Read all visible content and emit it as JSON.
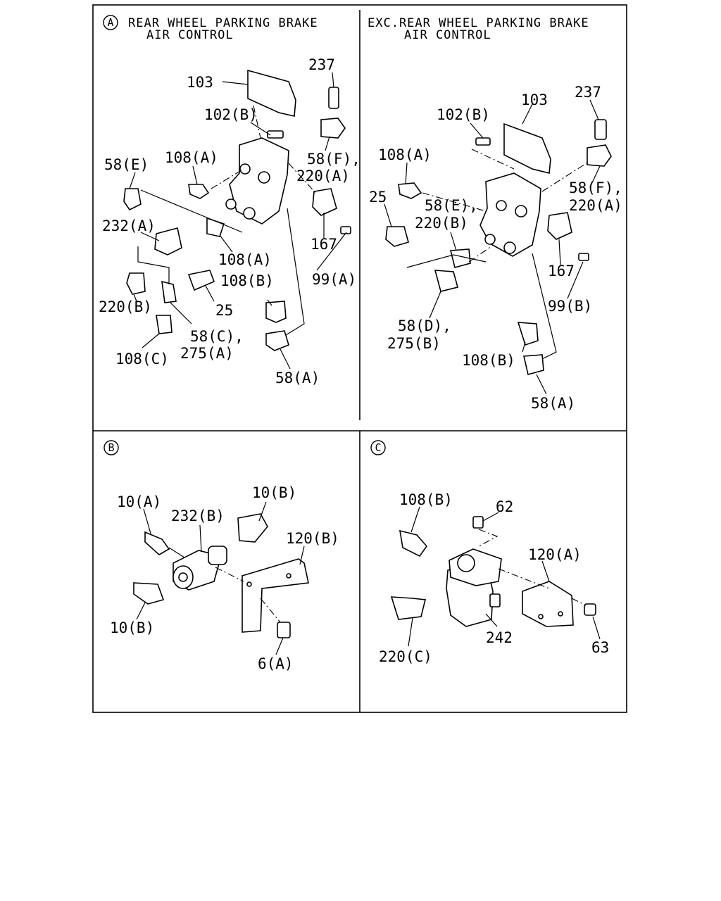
{
  "panels": {
    "a": {
      "marker": "A",
      "title_line1": "REAR WHEEL PARKING BRAKE",
      "title_line2": "AIR CONTROL",
      "labels": {
        "p103": "103",
        "p237": "237",
        "p102b": "102(B)",
        "p58e": "58(E)",
        "p108a_1": "108(A)",
        "p58f": "58(F),",
        "p220a": "220(A)",
        "p232a": "232(A)",
        "p108a_2": "108(A)",
        "p167": "167",
        "p99a": "99(A)",
        "p108b": "108(B)",
        "p220b": "220(B)",
        "p25": "25",
        "p58c": "58(C),",
        "p275a": "275(A)",
        "p108c": "108(C)",
        "p58a": "58(A)"
      }
    },
    "exc": {
      "title_line1": "EXC.REAR WHEEL PARKING BRAKE",
      "title_line2": "AIR CONTROL",
      "labels": {
        "p103": "103",
        "p237": "237",
        "p102b": "102(B)",
        "p108a": "108(A)",
        "p25": "25",
        "p58e": "58(E),",
        "p220b": "220(B)",
        "p58f": "58(F),",
        "p220a": "220(A)",
        "p167": "167",
        "p99b": "99(B)",
        "p58d": "58(D),",
        "p275b": "275(B)",
        "p108b": "108(B)",
        "p58a": "58(A)"
      }
    },
    "b": {
      "marker": "B",
      "labels": {
        "p10a": "10(A)",
        "p232b": "232(B)",
        "p10b_top": "10(B)",
        "p120b": "120(B)",
        "p10b_bottom": "10(B)",
        "p6a": "6(A)"
      }
    },
    "c": {
      "marker": "C",
      "labels": {
        "p108b": "108(B)",
        "p62": "62",
        "p120a": "120(A)",
        "p220c": "220(C)",
        "p242": "242",
        "p63": "63"
      }
    }
  }
}
